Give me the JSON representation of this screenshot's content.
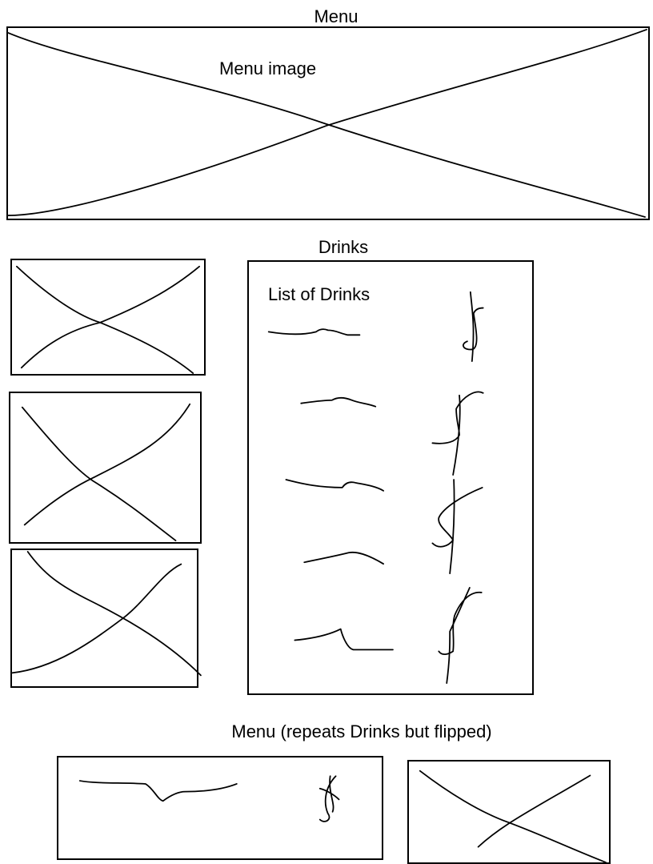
{
  "menu_section": {
    "title": "Menu",
    "image_label": "Menu image"
  },
  "drinks_section": {
    "title": "Drinks",
    "list_title": "List of Drinks",
    "items": [
      {
        "name_icon": "scribble-line-icon",
        "price_icon": "dollar-sign-icon"
      },
      {
        "name_icon": "scribble-line-icon",
        "price_icon": "dollar-sign-icon"
      },
      {
        "name_icon": "scribble-line-icon",
        "price_icon": "dollar-sign-icon"
      },
      {
        "name_icon": "scribble-line-icon",
        "price_icon": ""
      },
      {
        "name_icon": "scribble-line-icon",
        "price_icon": "dollar-sign-icon"
      }
    ]
  },
  "menu_flipped_section": {
    "title": "Menu (repeats Drinks but flipped)"
  },
  "colors": {
    "ink": "#000000",
    "paper": "#ffffff"
  }
}
